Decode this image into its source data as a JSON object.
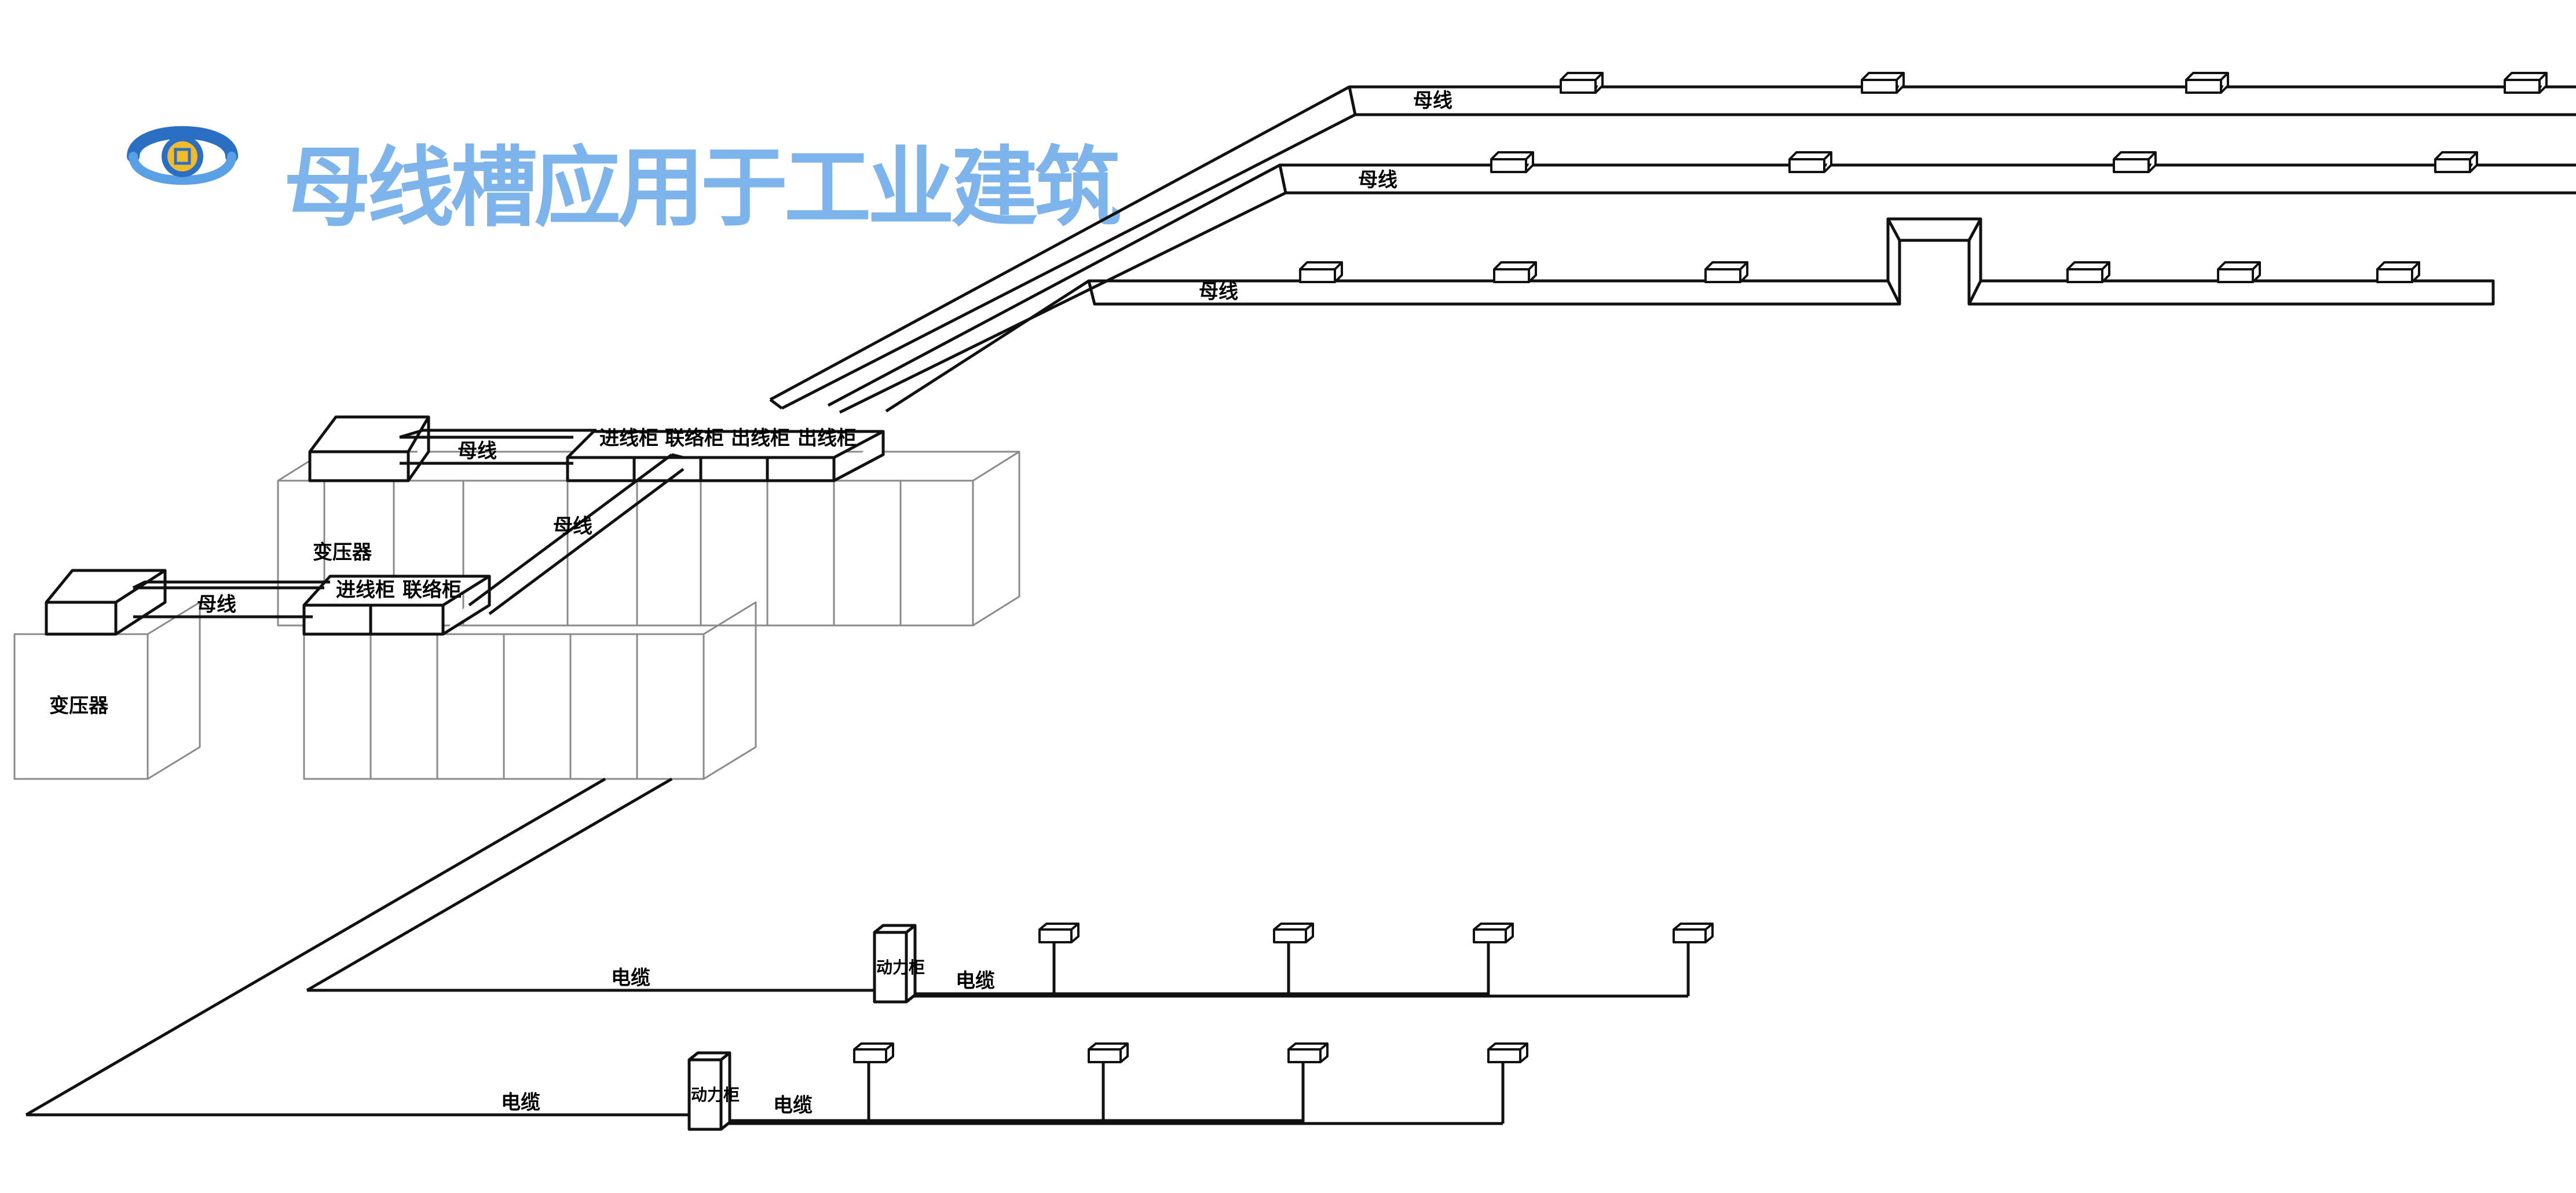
{
  "title": "母线槽应用于工业建筑",
  "colors": {
    "title": "#7db4ec",
    "logo_blue": "#2a6fc4",
    "logo_gold": "#f2bb2c",
    "line": "#111111",
    "cabinet": "#8a8a8a"
  },
  "labels": {
    "transformer_1": "变压器",
    "transformer_2": "变压器",
    "busbar_t1": "母线",
    "busbar_t2": "母线",
    "busbar_riser": "母线",
    "busbar_run_1": "母线",
    "busbar_run_2": "母线",
    "busbar_run_3": "母线",
    "panels_back": [
      "进线柜",
      "联络柜",
      "出线柜",
      "出线柜"
    ],
    "panels_front": [
      "进线柜",
      "联络柜"
    ],
    "cable_1": "电缆",
    "cable_2": "电缆",
    "cable_3": "电缆",
    "cable_4": "电缆",
    "power_cabinet_1": "动力柜",
    "power_cabinet_2": "动力柜"
  }
}
